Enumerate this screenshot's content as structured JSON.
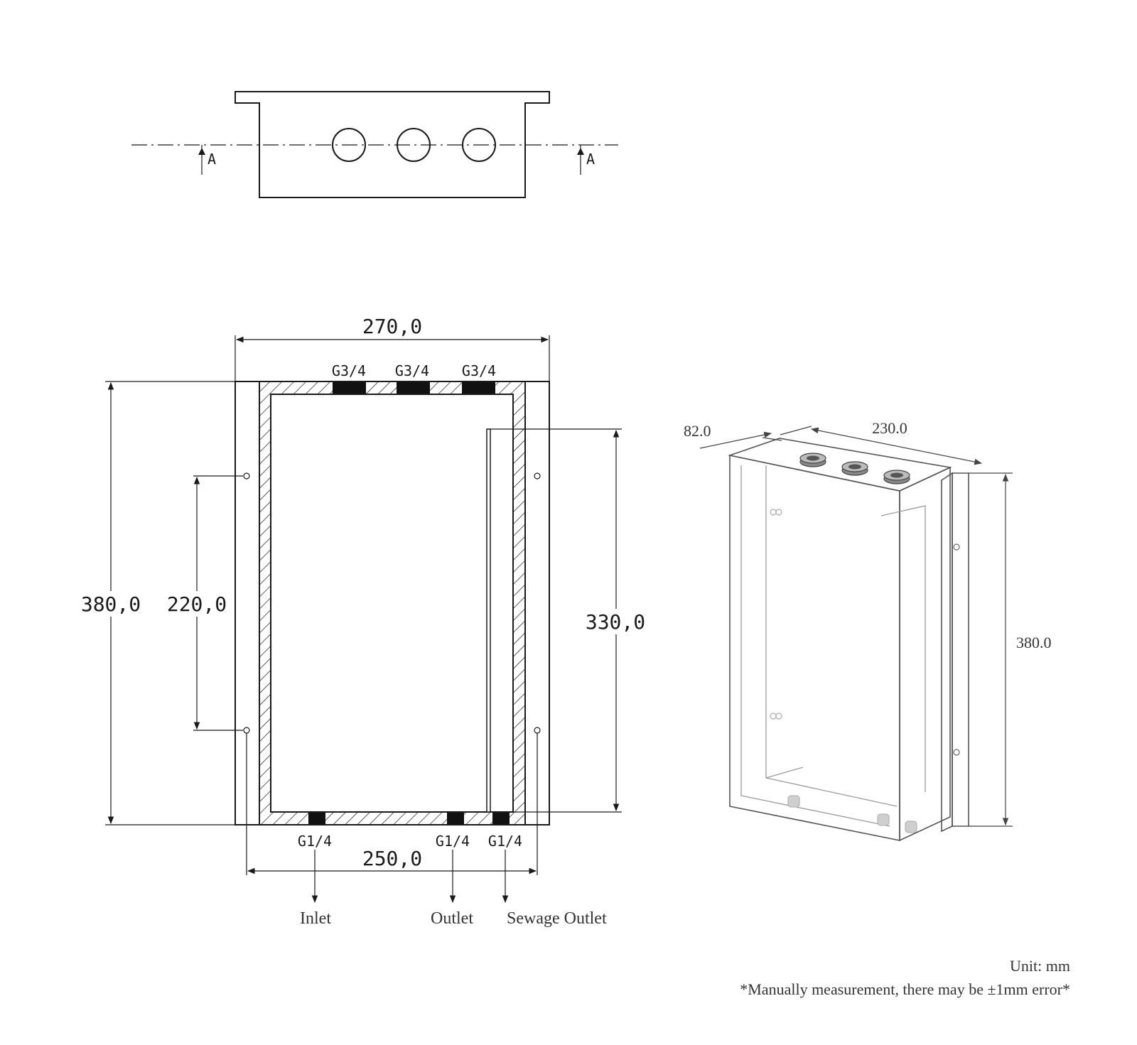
{
  "top_view": {
    "section_mark_left": "A",
    "section_mark_right": "A"
  },
  "front_view": {
    "dim_width_total": "270,0",
    "dim_height_total": "380,0",
    "dim_mount_spacing": "220,0",
    "dim_inner_height": "330,0",
    "dim_bottom_width": "250,0",
    "port_top_1": "G3/4",
    "port_top_2": "G3/4",
    "port_top_3": "G3/4",
    "port_bottom_1": "G1/4",
    "port_bottom_2": "G1/4",
    "port_bottom_3": "G1/4",
    "label_inlet": "Inlet",
    "label_outlet": "Outlet",
    "label_sewage": "Sewage Outlet"
  },
  "iso_view": {
    "dim_depth": "82.0",
    "dim_width": "230.0",
    "dim_height": "380.0"
  },
  "notes": {
    "unit": "Unit: mm",
    "disclaimer": "*Manually measurement, there may be  ±1mm error*"
  },
  "colors": {
    "line": "#1a1a1a",
    "port_fill": "#111111",
    "iso_line": "#9a9a9a"
  }
}
